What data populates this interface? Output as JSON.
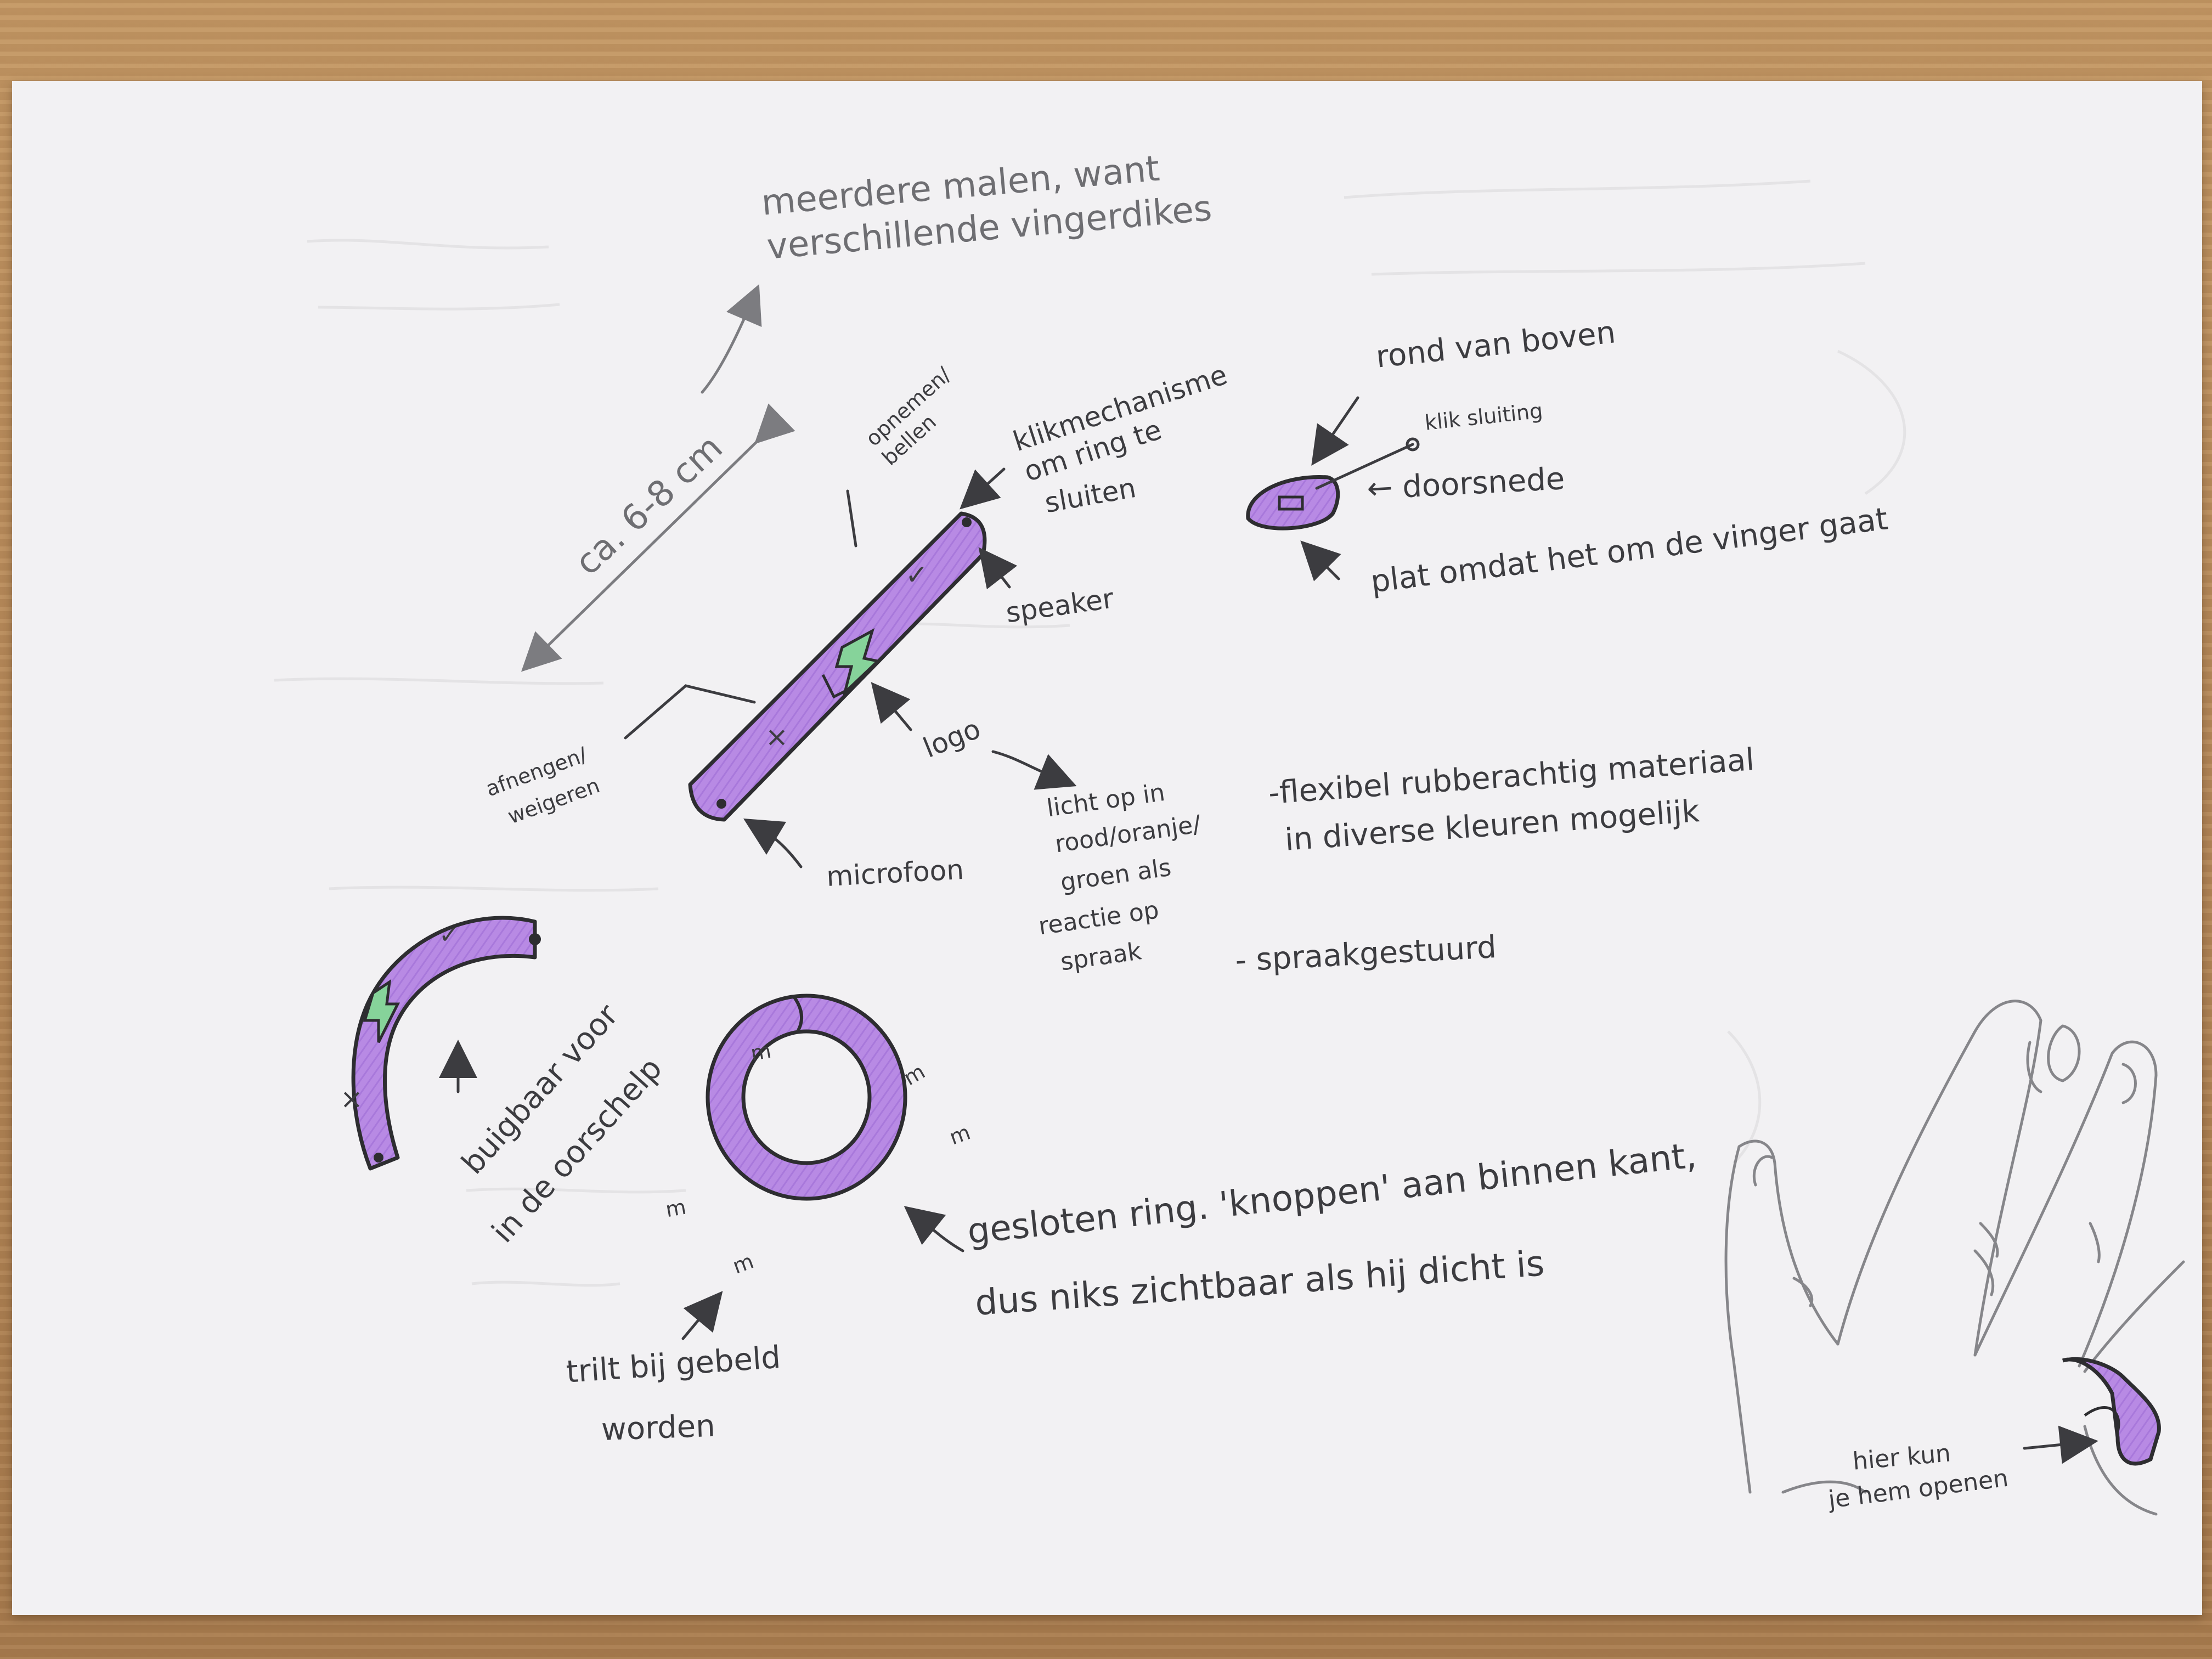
{
  "sketch": {
    "annotations": {
      "meerdere_malen": [
        "meerdere malen, want",
        "verschillende vingerdikes"
      ],
      "length": "ca. 6-8 cm",
      "opnemen": [
        "opnemen/",
        "bellen"
      ],
      "klik_mechanisme": [
        "klikmechanisme",
        "om ring te",
        "sluiten"
      ],
      "speaker": "speaker",
      "afwijzen": [
        "afnengen/",
        "weigeren"
      ],
      "logo": "logo",
      "microfoon": "microfoon",
      "licht_op": [
        "licht op in",
        "rood/oranje/",
        "groen als",
        "reactie op",
        "spraak"
      ],
      "flexibel": [
        "-flexibel rubberachtig materiaal",
        "in diverse kleuren mogelijk"
      ],
      "spraakgestuurd": "- spraakgestuurd",
      "rond_van_boven": "rond van boven",
      "klik_sluiting": "klik sluiting",
      "doorsnede": "← doorsnede",
      "plat": "plat omdat het om de vinger gaat",
      "buigbaar": [
        "buigbaar voor",
        "in de oorschelp"
      ],
      "gesloten_ring": [
        "gesloten ring. 'knoppen' aan binnen kant,",
        "dus niks zichtbaar als hij dicht is"
      ],
      "trilt": [
        "trilt bij gebeld",
        "worden"
      ],
      "openen": [
        "hier kun",
        "je hem openen"
      ]
    },
    "button_marks": {
      "accept": "✓",
      "reject": "×",
      "vibration": "m"
    },
    "colors": {
      "paper": "#f2f1f3",
      "ink": "#3c3c40",
      "pencil": "#7c7c80",
      "purple": "#b07fe0",
      "purple_dark": "#8e5cc8",
      "green": "#86d39a"
    }
  }
}
